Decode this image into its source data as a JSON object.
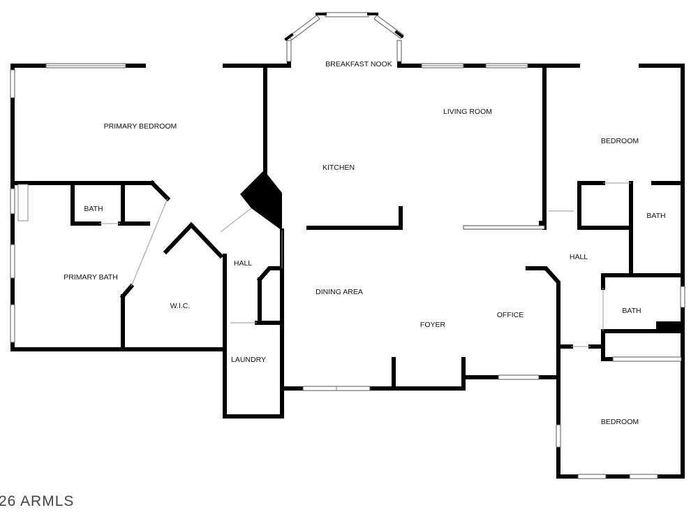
{
  "rooms": {
    "breakfast_nook": "BREAKFAST NOOK",
    "primary_bedroom": "PRIMARY BEDROOM",
    "living_room": "LIVING ROOM",
    "bedroom_1": "BEDROOM",
    "kitchen": "KITCHEN",
    "bath_1": "BATH",
    "bath_2": "BATH",
    "hall_1": "HALL",
    "hall_2": "HALL",
    "primary_bath": "PRIMARY BATH",
    "dining_area": "DINING AREA",
    "wic": "W.I.C.",
    "bath_3": "BATH",
    "office": "OFFICE",
    "foyer": "FOYER",
    "laundry": "LAUNDRY",
    "bedroom_2": "BEDROOM"
  },
  "watermark": "26 ARMLS"
}
